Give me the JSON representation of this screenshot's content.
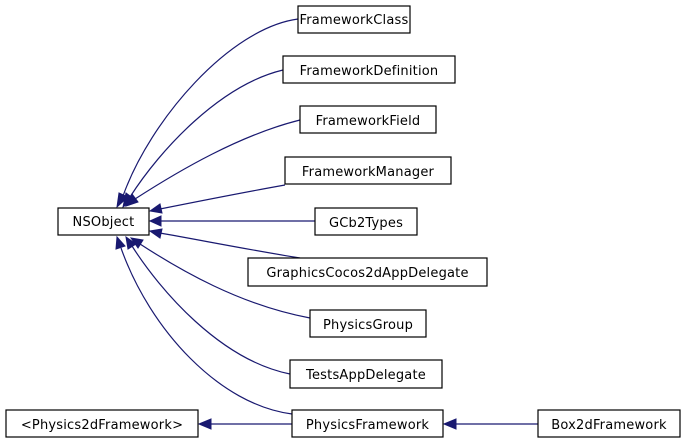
{
  "diagram": {
    "type": "class-inheritance-graph",
    "nodes": {
      "nsobject": "NSObject",
      "framework_class": "FrameworkClass",
      "framework_definition": "FrameworkDefinition",
      "framework_field": "FrameworkField",
      "framework_manager": "FrameworkManager",
      "gcb2types": "GCb2Types",
      "graphics_cocos2d_app_delegate": "GraphicsCocos2dAppDelegate",
      "physics_group": "PhysicsGroup",
      "tests_app_delegate": "TestsAppDelegate",
      "physics2d_framework_protocol": "<Physics2dFramework>",
      "physics_framework": "PhysicsFramework",
      "box2d_framework": "Box2dFramework"
    },
    "edges": [
      {
        "from": "framework_class",
        "to": "nsobject"
      },
      {
        "from": "framework_definition",
        "to": "nsobject"
      },
      {
        "from": "framework_field",
        "to": "nsobject"
      },
      {
        "from": "framework_manager",
        "to": "nsobject"
      },
      {
        "from": "gcb2types",
        "to": "nsobject"
      },
      {
        "from": "graphics_cocos2d_app_delegate",
        "to": "nsobject"
      },
      {
        "from": "physics_group",
        "to": "nsobject"
      },
      {
        "from": "tests_app_delegate",
        "to": "nsobject"
      },
      {
        "from": "physics_framework",
        "to": "nsobject"
      },
      {
        "from": "physics_framework",
        "to": "physics2d_framework_protocol"
      },
      {
        "from": "box2d_framework",
        "to": "physics_framework"
      }
    ],
    "colors": {
      "edge": "#191970",
      "node_border": "#000000",
      "node_fill": "#ffffff",
      "text": "#000000"
    }
  }
}
